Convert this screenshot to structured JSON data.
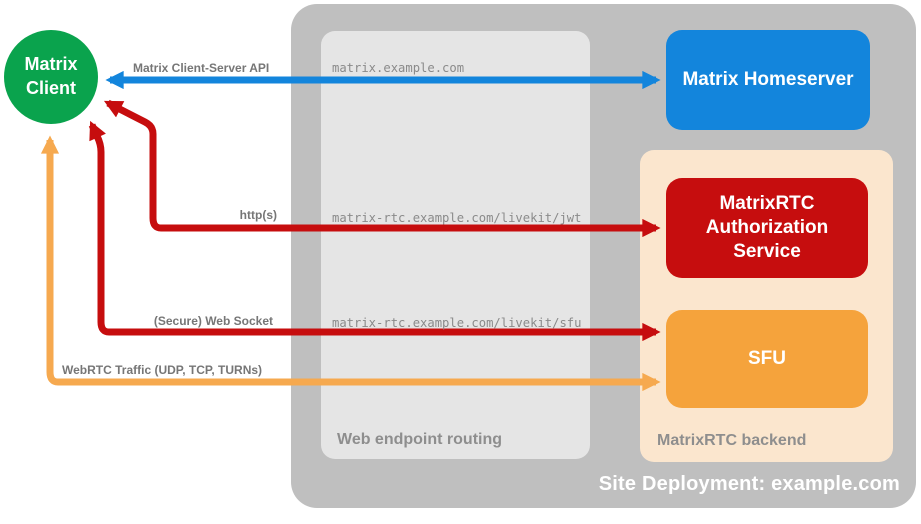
{
  "diagram": {
    "client": {
      "line1": "Matrix",
      "line2": "Client"
    },
    "deployment": {
      "caption": "Site Deployment: example.com"
    },
    "routing": {
      "caption": "Web endpoint routing",
      "endpoints": {
        "homeserver": "matrix.example.com",
        "jwt": "matrix-rtc.example.com/livekit/jwt",
        "sfu": "matrix-rtc.example.com/livekit/sfu"
      }
    },
    "backend": {
      "caption": "MatrixRTC backend"
    },
    "nodes": {
      "homeserver": "Matrix Homeserver",
      "auth_service": "MatrixRTC Authorization Service",
      "sfu": "SFU"
    },
    "arrows": {
      "client_server_api": "Matrix Client-Server API",
      "https": "http(s)",
      "websocket": "(Secure) Web Socket",
      "webrtc": "WebRTC Traffic (UDP, TCP, TURNs)"
    },
    "colors": {
      "green": "#0aa34d",
      "blue": "#1385dc",
      "red": "#c60d0e",
      "orange": "#f5a33c",
      "orange_arrow": "#f6a94f",
      "peach": "#fbe6ce",
      "gray_outer": "#bfbfbf",
      "gray_inner": "#e5e5e5",
      "text_gray": "#767676",
      "caption_gray": "#8e8e8e",
      "mono_gray": "#8a8a8a"
    }
  }
}
